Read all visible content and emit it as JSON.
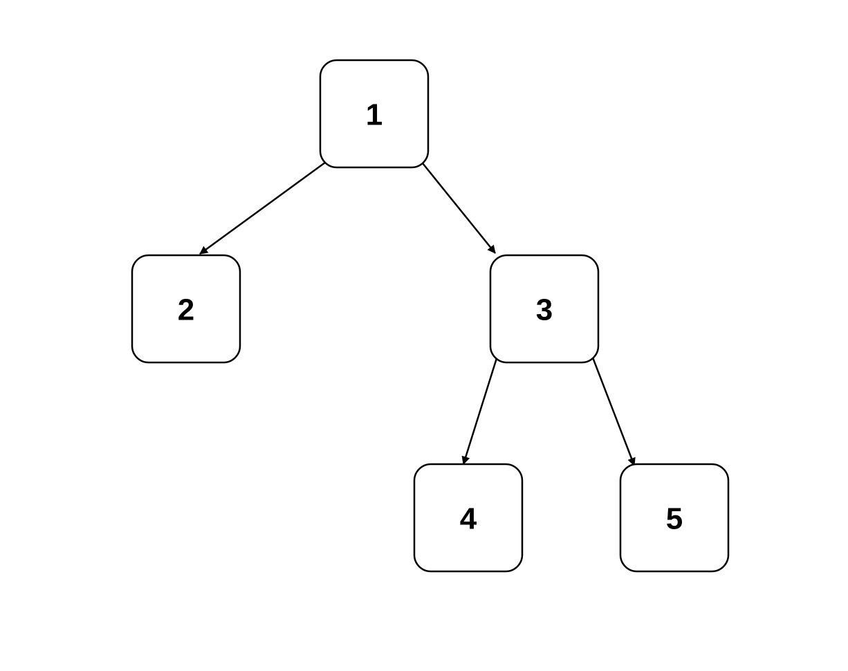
{
  "diagram": {
    "type": "tree",
    "nodes": [
      {
        "id": "n1",
        "label": "1"
      },
      {
        "id": "n2",
        "label": "2"
      },
      {
        "id": "n3",
        "label": "3"
      },
      {
        "id": "n4",
        "label": "4"
      },
      {
        "id": "n5",
        "label": "5"
      }
    ],
    "edges": [
      {
        "from": "n1",
        "to": "n2"
      },
      {
        "from": "n1",
        "to": "n3"
      },
      {
        "from": "n3",
        "to": "n4"
      },
      {
        "from": "n3",
        "to": "n5"
      }
    ]
  }
}
